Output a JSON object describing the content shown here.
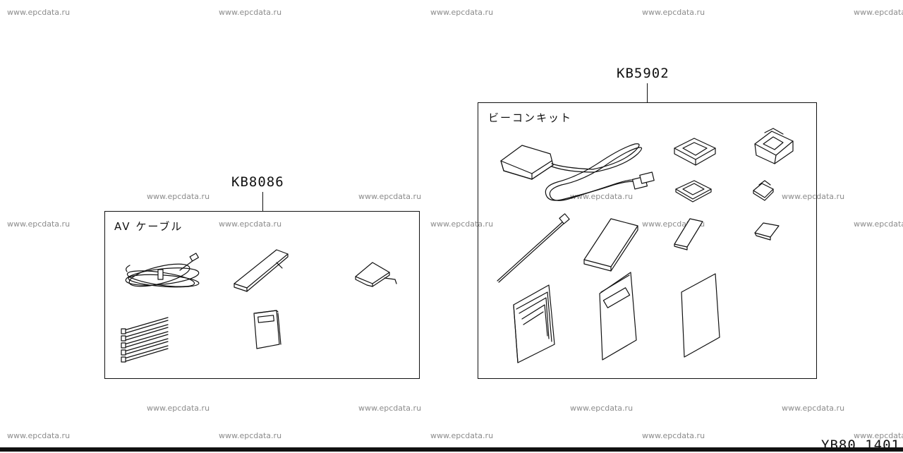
{
  "watermark": "www.epcdata.ru",
  "kits": [
    {
      "part_number": "KB8086",
      "name": "AV ケーブル"
    },
    {
      "part_number": "KB5902",
      "name": "ビーコンキット"
    }
  ],
  "drawing_code": "YB80 1401"
}
